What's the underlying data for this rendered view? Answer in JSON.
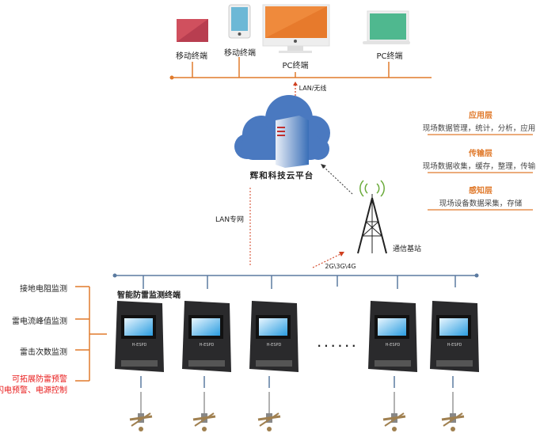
{
  "terminals": [
    {
      "label": "移动终端",
      "icon": "tablet-icon",
      "color": "#d0505e"
    },
    {
      "label": "移动终端",
      "icon": "phone-icon",
      "color": "#6cb8d6"
    },
    {
      "label": "PC终端",
      "icon": "monitor-icon",
      "color": "#ef8a3c"
    },
    {
      "label": "PC终端",
      "icon": "laptop-icon",
      "color": "#4fb88f"
    }
  ],
  "links": {
    "lan_wireless": "LAN/无线",
    "lan_private": "LAN专网",
    "mobile_network": "2G\\3G\\4G"
  },
  "cloud": {
    "label": "辉和科技云平台",
    "color": "#4a79c0"
  },
  "base_station": {
    "label": "通信基站"
  },
  "layers": [
    {
      "title": "应用层",
      "desc": "现场数据管理，统计，分析，应用"
    },
    {
      "title": "传输层",
      "desc": "现场数据收集，缓存，整理，传输"
    },
    {
      "title": "感知层",
      "desc": "现场设备数据采集，存储"
    }
  ],
  "device_group_label": "智能防雷监测终端",
  "device_model": "H-ESPD",
  "ellipsis": "· · · · · ·",
  "functions": [
    "接地电阻监测",
    "雷电流峰值监测",
    "雷击次数监测"
  ],
  "extended_functions": [
    "可拓展防雷预警",
    "闪电预警、电源控制"
  ],
  "colors": {
    "accent": "#e07a2c",
    "bus_bottom": "#5b7aa0",
    "highlight": "#e81818"
  }
}
